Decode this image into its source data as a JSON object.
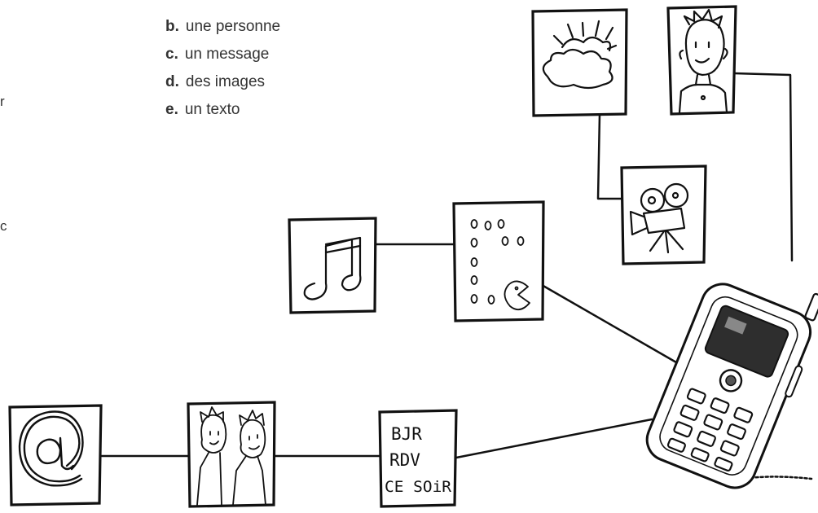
{
  "stray_letters": [
    "r",
    "c"
  ],
  "answers": [
    {
      "letter": "b.",
      "text": "une personne"
    },
    {
      "letter": "c.",
      "text": "un message"
    },
    {
      "letter": "d.",
      "text": "des images"
    },
    {
      "letter": "e.",
      "text": "un texto"
    }
  ],
  "sms_note": {
    "line1": "BJR",
    "line2": "RDV",
    "line3": "CE SOiR"
  },
  "icons": [
    "sun-cloud-icon",
    "boy-icon",
    "movie-camera-icon",
    "music-note-icon",
    "pacman-game-icon",
    "at-sign-icon",
    "two-people-icon",
    "text-message-icon",
    "mobile-phone-icon"
  ]
}
